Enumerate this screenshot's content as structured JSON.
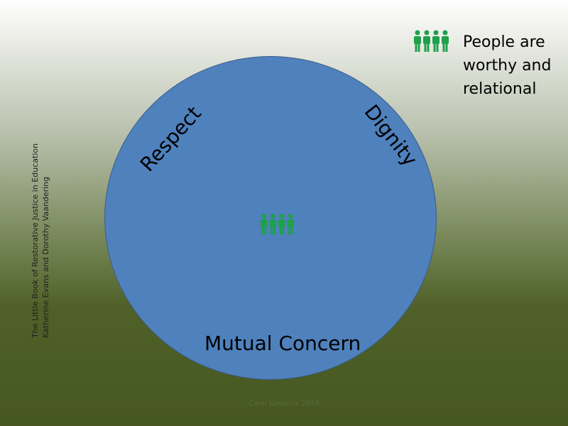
{
  "legend": {
    "icon": "people-icon",
    "text": "People are worthy and relational",
    "color": "#1fa04a"
  },
  "circle": {
    "color": "#4f81bd"
  },
  "labels": {
    "respect": "Respect",
    "dignity": "Dignity",
    "mutual_concern": "Mutual Concern"
  },
  "source": {
    "line1": "The Little Book of Restorative Justice in Education",
    "line2": "Katherine Evans and Dorothy Vaandering"
  },
  "footer": "Carol Kasperis 2019"
}
